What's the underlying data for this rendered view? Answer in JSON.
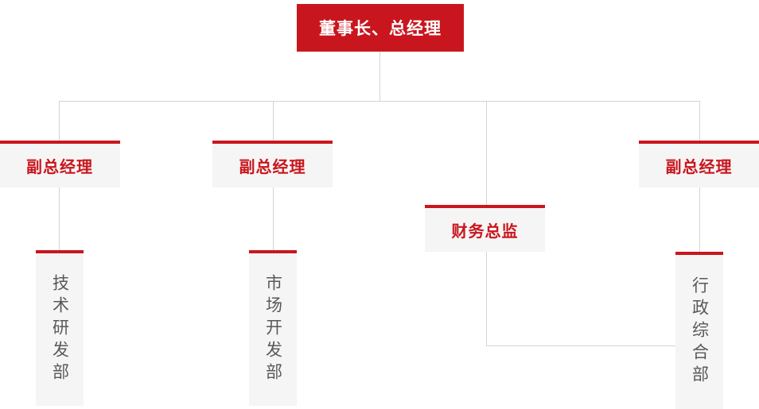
{
  "diagram": {
    "type": "org-chart",
    "colors": {
      "accent_red": "#c9161e",
      "node_background": "#f5f5f5",
      "connector_gray": "#d4d4d4",
      "department_text": "#595959",
      "root_text": "#ffffff"
    },
    "root": {
      "label": "董事长、总经理"
    },
    "level2": [
      {
        "label": "副总经理"
      },
      {
        "label": "副总经理"
      },
      {
        "label": "财务总监"
      },
      {
        "label": "副总经理"
      }
    ],
    "departments": [
      {
        "label": "技术研发部"
      },
      {
        "label": "市场开发部"
      },
      {
        "label": "行政综合部"
      }
    ],
    "edges": [
      {
        "from": "董事长、总经理",
        "to": "副总经理(左)"
      },
      {
        "from": "董事长、总经理",
        "to": "副总经理(中)"
      },
      {
        "from": "董事长、总经理",
        "to": "财务总监"
      },
      {
        "from": "董事长、总经理",
        "to": "副总经理(右)"
      },
      {
        "from": "副总经理(左)",
        "to": "技术研发部"
      },
      {
        "from": "副总经理(中)",
        "to": "市场开发部"
      },
      {
        "from": "副总经理(右)",
        "to": "行政综合部"
      },
      {
        "from": "财务总监",
        "to": "行政综合部"
      }
    ]
  }
}
